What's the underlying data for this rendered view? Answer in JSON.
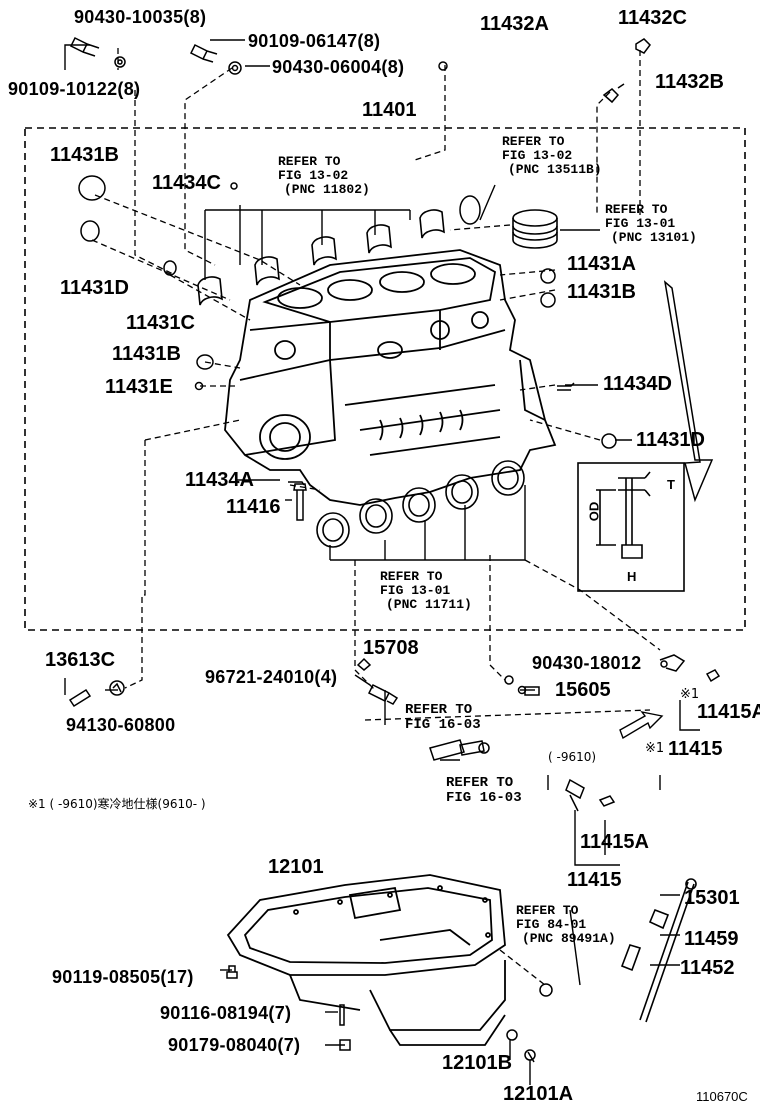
{
  "labels": {
    "p90430_10035": "90430-10035(8)",
    "p90109_10122": "90109-10122(8)",
    "p90109_06147": "90109-06147(8)",
    "p90430_06004": "90430-06004(8)",
    "p11432A": "11432A",
    "p11432C": "11432C",
    "p11432B": "11432B",
    "p11401": "11401",
    "p11431B_a": "11431B",
    "p11434C": "11434C",
    "p11431D_a": "11431D",
    "p11431C": "11431C",
    "p11431B_b": "11431B",
    "p11431E": "11431E",
    "p11431A": "11431A",
    "p11431B_c": "11431B",
    "p11434D": "11434D",
    "p11431D_b": "11431D",
    "p11434A": "11434A",
    "p11416": "11416",
    "p13613C": "13613C",
    "p94130_60800": "94130-60800",
    "p15708": "15708",
    "p96721_24010": "96721-24010(4)",
    "p90430_18012": "90430-18012",
    "p15605": "15605",
    "p11415A_a": "11415A",
    "p11415_a": "11415",
    "p11415A_b": "11415A",
    "p11415_b": "11415",
    "p12101": "12101",
    "p15301": "15301",
    "p11459": "11459",
    "p11452": "11452",
    "p90119_08505": "90119-08505(17)",
    "p90116_08194": "90116-08194(7)",
    "p90179_08040": "90179-08040(7)",
    "p12101B": "12101B",
    "p12101A": "12101A"
  },
  "refs": {
    "r1302_top": [
      "REFER TO",
      "FIG 13-02",
      "(PNC 11802)"
    ],
    "r1302_right": [
      "REFER TO",
      "FIG 13-02",
      "(PNC 13511B)"
    ],
    "r1301_right": [
      "REFER TO",
      "FIG 13-01",
      "(PNC 13101)"
    ],
    "r1301_bottom": [
      "REFER TO",
      "FIG 13-01",
      "(PNC 11711)"
    ],
    "r1603_a": [
      "REFER TO",
      "FIG 16-03"
    ],
    "r1603_b": [
      "REFER TO",
      "FIG 16-03"
    ],
    "r8401": [
      "REFER TO",
      "FIG 84-01",
      "(PNC 89491A)"
    ]
  },
  "marks": {
    "x1_a": "※1",
    "x1_b": "※1",
    "range_9610": "(    -9610)",
    "cold_note": "※1 (    -9610)寒冷地仕様(9610-    )",
    "inset_T": "T",
    "inset_OD": "OD",
    "inset_H": "H",
    "diagram_code": "110670C"
  }
}
